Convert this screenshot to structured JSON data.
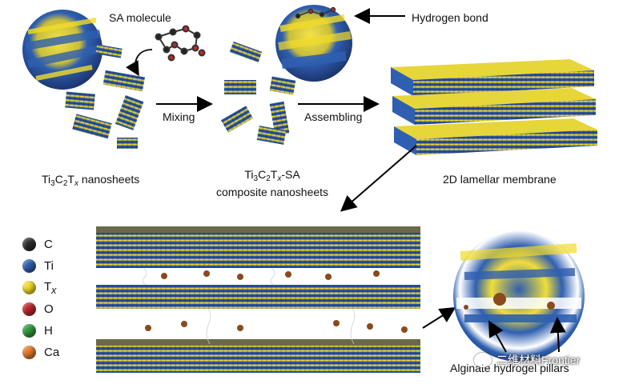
{
  "labels": {
    "sa_molecule": "SA molecule",
    "hydrogen_bond": "Hydrogen bond",
    "mixing": "Mixing",
    "assembling": "Assembling",
    "nanosheets": {
      "prefix": "Ti",
      "s1": "3",
      "mid": "C",
      "s2": "2",
      "t": "T",
      "x": "x",
      "suffix": " nanosheets"
    },
    "composite": {
      "line1_prefix": "Ti",
      "s1": "3",
      "mid": "C",
      "s2": "2",
      "t": "T",
      "x": "x",
      "line1_suffix": "-SA",
      "line2": "composite nanosheets"
    },
    "membrane": "2D lamellar membrane",
    "pillars": "Alginate hydrogel pillars"
  },
  "legend": [
    {
      "symbol": "C",
      "color": "#2b2b2b"
    },
    {
      "symbol": "Ti",
      "color": "#2f5fb0"
    },
    {
      "symbol": "T",
      "sub": "x",
      "color": "#f2dc2a"
    },
    {
      "symbol": "O",
      "color": "#c0242d"
    },
    {
      "symbol": "H",
      "color": "#2f9a3a"
    },
    {
      "symbol": "Ca",
      "color": "#e77a2b"
    }
  ],
  "watermark": "二维材料Frontier",
  "colors": {
    "ti": "#2f5fb0",
    "tx": "#f2dc2a",
    "carbon": "#2b2b2b",
    "ca": "#9a4f1e",
    "arrow": "#000000"
  }
}
